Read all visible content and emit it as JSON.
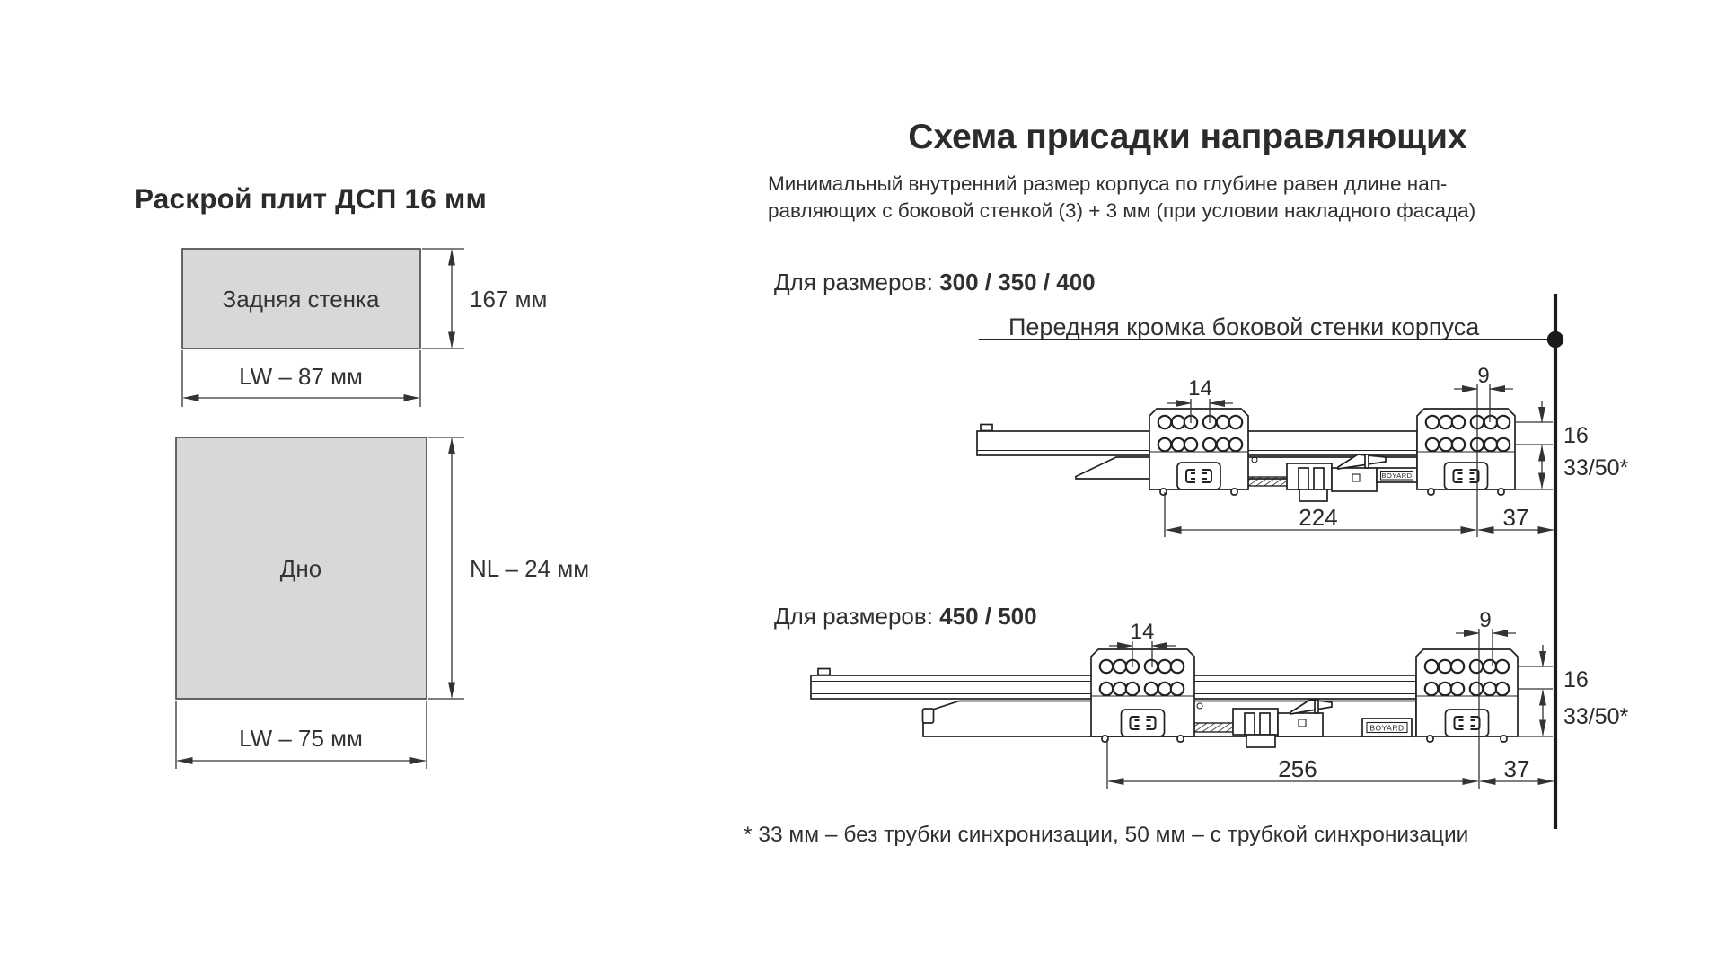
{
  "colors": {
    "ink": "#222222",
    "panel_fill": "#d8d8d8"
  },
  "left_section": {
    "title": "Раскрой плит ДСП 16 мм",
    "back_panel": {
      "label": "Задняя стенка",
      "height": "167 мм",
      "width": "LW – 87 мм"
    },
    "bottom_panel": {
      "label": "Дно",
      "height": "NL – 24 мм",
      "width": "LW – 75 мм"
    }
  },
  "right_section": {
    "title": "Схема присадки направляющих",
    "intro_line1": "Минимальный внутренний размер корпуса по глубине равен длине нап-",
    "intro_line2": "равляющих с боковой стенкой (3) + 3 мм (при условии накладного фасада)",
    "front_edge_label": "Передняя кромка боковой стенки корпуса",
    "drawing_small": {
      "sizes_prefix": "Для размеров: ",
      "sizes_values": "300 / 350 / 400",
      "dim_top_left": "14",
      "dim_top_right": "9",
      "dim_row_gap": "16",
      "dim_bottom_offset": "33/50*",
      "dim_length": "224",
      "dim_front": "37"
    },
    "drawing_large": {
      "sizes_prefix": "Для размеров: ",
      "sizes_values": "450 / 500",
      "dim_top_left": "14",
      "dim_top_right": "9",
      "dim_row_gap": "16",
      "dim_bottom_offset": "33/50*",
      "dim_length": "256",
      "dim_front": "37"
    },
    "logo_text": "BOYARD",
    "footnote": "* 33 мм – без трубки синхронизации, 50 мм – с трубкой синхронизации"
  }
}
